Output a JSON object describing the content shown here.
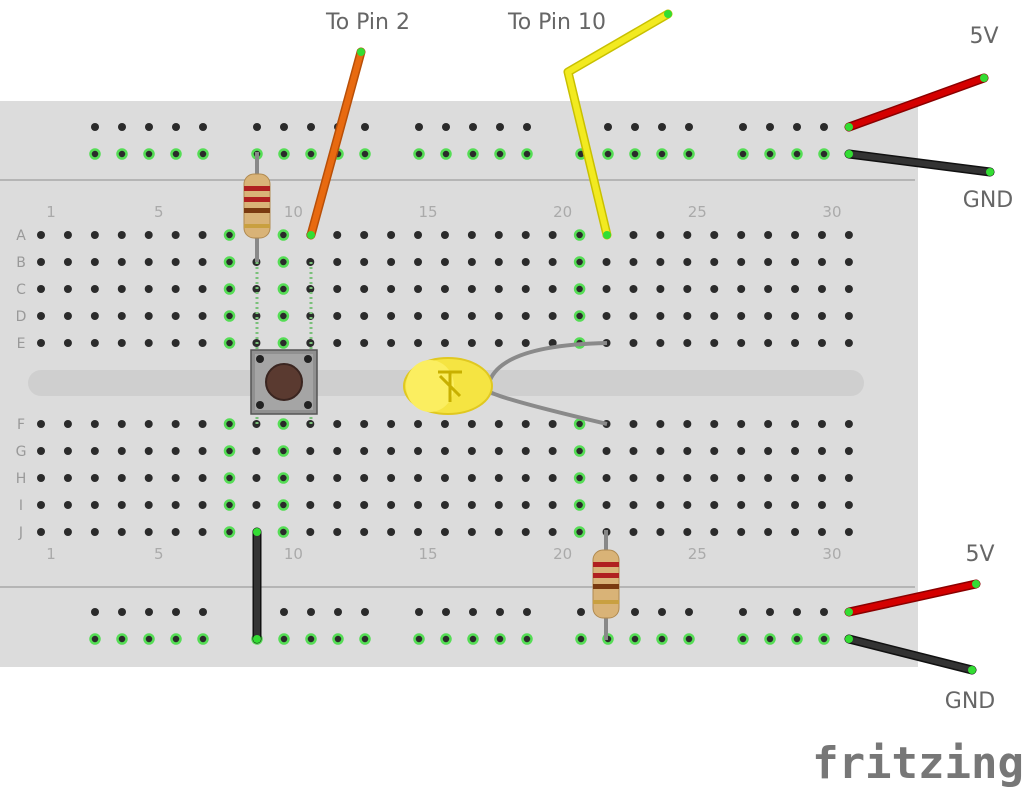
{
  "labels": {
    "pin2": "To Pin 2",
    "pin10": "To Pin 10",
    "v5_top": "5V",
    "gnd_top": "GND",
    "v5_bottom": "5V",
    "gnd_bottom": "GND"
  },
  "brand": "fritzing",
  "rows_top": [
    "A",
    "B",
    "C",
    "D",
    "E"
  ],
  "rows_bottom": [
    "F",
    "G",
    "H",
    "I",
    "J"
  ],
  "column_numbers": [
    "1",
    "5",
    "10",
    "15",
    "20",
    "25",
    "30"
  ],
  "colors": {
    "board": "#dcdcdc",
    "hole": "#2b2b2b",
    "connected_hole": "#55dd55",
    "wire_orange": "#e86a10",
    "wire_yellow": "#f2ea20",
    "wire_red": "#cc0000",
    "wire_black": "#222222",
    "led": "#f5e442"
  }
}
